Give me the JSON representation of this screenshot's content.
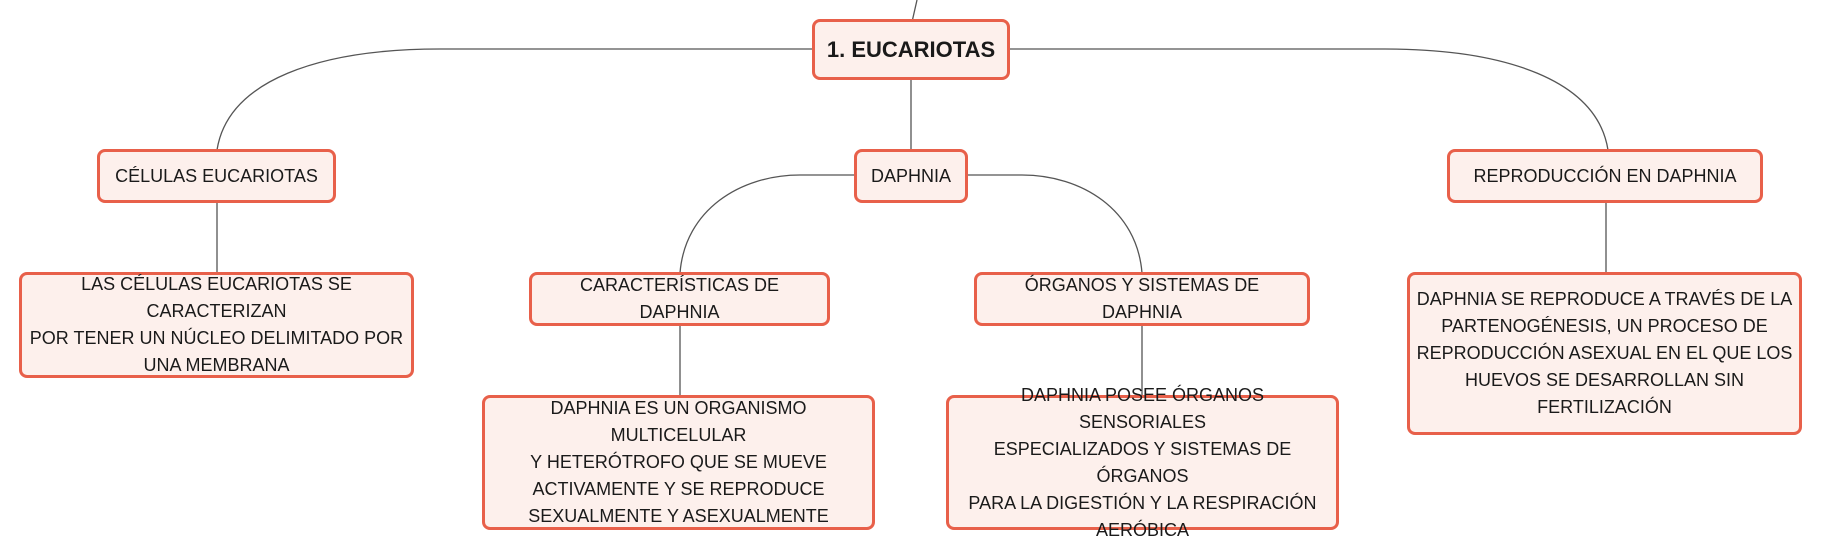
{
  "map": {
    "root": {
      "label": "1. EUCARIOTAS"
    },
    "branches": [
      {
        "title": "CÉLULAS EUCARIOTAS",
        "detail": "LAS CÉLULAS EUCARIOTAS SE CARACTERIZAN\nPOR TENER UN NÚCLEO DELIMITADO POR\nUNA MEMBRANA"
      },
      {
        "title": "DAPHNIA",
        "children": [
          {
            "title": "CARACTERÍSTICAS DE DAPHNIA",
            "detail": "DAPHNIA ES UN ORGANISMO MULTICELULAR\nY HETERÓTROFO QUE SE MUEVE\nACTIVAMENTE Y SE REPRODUCE\nSEXUALMENTE Y ASEXUALMENTE"
          },
          {
            "title": "ÓRGANOS Y SISTEMAS DE DAPHNIA",
            "detail": "DAPHNIA POSEE ÓRGANOS SENSORIALES\nESPECIALIZADOS Y SISTEMAS DE ÓRGANOS\nPARA LA DIGESTIÓN Y LA RESPIRACIÓN\nAERÓBICA"
          }
        ]
      },
      {
        "title": "REPRODUCCIÓN EN DAPHNIA",
        "detail": "DAPHNIA SE REPRODUCE A TRAVÉS DE LA\nPARTENOGÉNESIS, UN PROCESO DE\nREPRODUCCIÓN ASEXUAL EN EL QUE LOS\nHUEVOS SE DESARROLLAN SIN\nFERTILIZACIÓN"
      }
    ]
  },
  "colors": {
    "node_border": "#e8604a",
    "node_fill": "#fdf0ec",
    "connector": "#555555"
  }
}
